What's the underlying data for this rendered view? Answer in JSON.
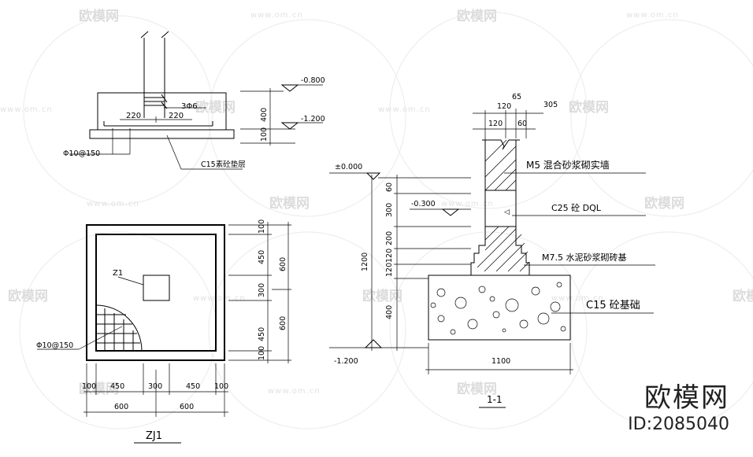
{
  "watermark": {
    "brand": "欧模网",
    "url": "www.om.cn",
    "id": "ID:2085040"
  },
  "left_elevation": {
    "bar_label": "3Φ6",
    "dim_left": "220",
    "dim_right": "220",
    "rebar_label": "Φ10@150",
    "pad_label": "C15素砼垫层",
    "elev_top": "-0.800",
    "elev_bottom": "-1.200",
    "vdim_1": "400",
    "vdim_2": "100"
  },
  "plan": {
    "column_label": "Z1",
    "rebar_label": "Φ10@150",
    "vdims": [
      "100",
      "450",
      "300",
      "450",
      "100"
    ],
    "vdims_total": [
      "600",
      "600"
    ],
    "hdims": [
      "100",
      "450",
      "300",
      "450",
      "100"
    ],
    "hdims_total": [
      "600",
      "600"
    ],
    "title": "ZJ1"
  },
  "section": {
    "top_dims": [
      "120",
      "65",
      "305"
    ],
    "top_dims_2": [
      "120",
      "60"
    ],
    "elev_zero": "±0.000",
    "elev_ground": "-0.300",
    "elev_bottom": "-1.200",
    "vdims": [
      "60",
      "300",
      "200",
      "120",
      "120",
      "400"
    ],
    "vdim_total": "1200",
    "label_wall": "M5  混合砂浆砌实墙",
    "label_beam": "C25  砼 DQL",
    "label_base": "M7.5  水泥砂浆砌砖基",
    "label_footing": "C15 砼基础",
    "width_dim": "1100",
    "title": "1-1"
  }
}
